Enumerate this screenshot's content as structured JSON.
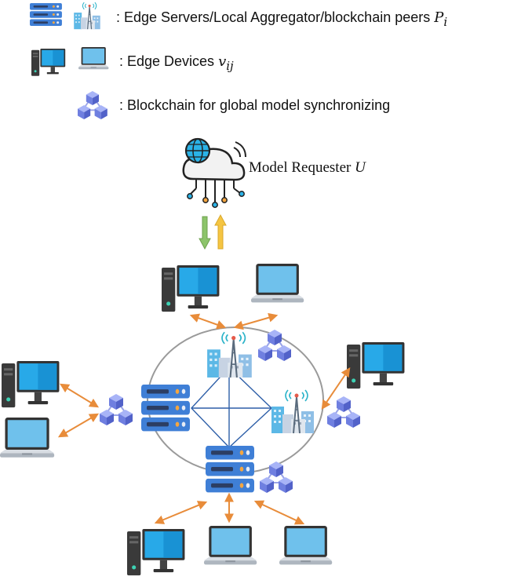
{
  "legend": {
    "servers": {
      "text": ": Edge Servers/Local Aggregator/blockchain peers ",
      "symbol": "P",
      "subscript": "i"
    },
    "devices": {
      "text": ": Edge Devices ",
      "symbol": "v",
      "subscript": "ij"
    },
    "blockchain": {
      "text": ": Blockchain for global model synchronizing"
    }
  },
  "requester": {
    "label": "Model Requester ",
    "symbol": "U"
  },
  "colors": {
    "server_body": "#3f7fd6",
    "server_slot": "#2c3e63",
    "server_light": "#f4a640",
    "monitor_screen": "#28a9e8",
    "monitor_frame": "#333333",
    "laptop_screen": "#6fc1ec",
    "cube": "#7b8ce8",
    "arrow_orange": "#e88c3a",
    "arrow_green": "#8cc46a",
    "arrow_yellow": "#f5c542",
    "ellipse": "#9a9a9a",
    "diamond": "#2e5fa8"
  }
}
